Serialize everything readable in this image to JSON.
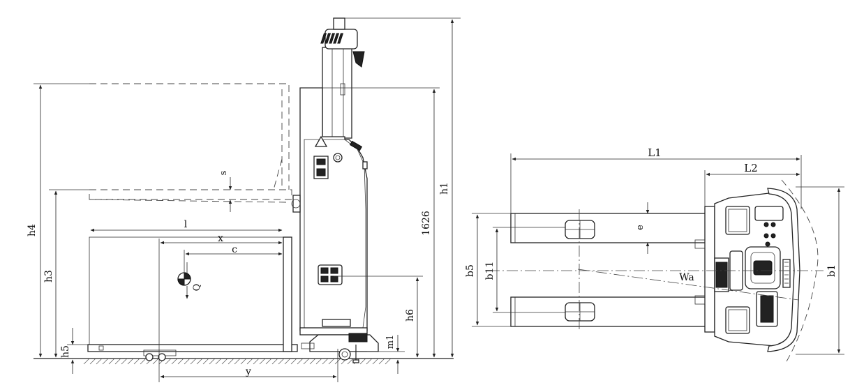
{
  "side_view": {
    "labels": {
      "h4": "h4",
      "h3": "h3",
      "h5": "h5",
      "h1": "h1",
      "h6": "h6",
      "m1": "m1",
      "s": "s",
      "l": "l",
      "x": "x",
      "c": "c",
      "y": "y",
      "Q": "Q",
      "mast_value": "1626"
    }
  },
  "top_view": {
    "labels": {
      "L1": "L1",
      "L2": "L2",
      "b5": "b5",
      "b11": "b11",
      "b1": "b1",
      "e": "e",
      "Wa": "Wa"
    }
  }
}
